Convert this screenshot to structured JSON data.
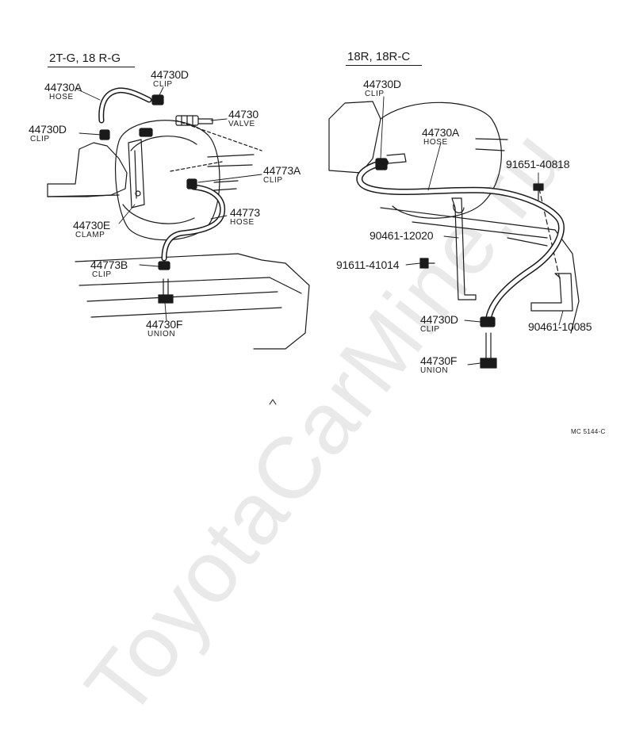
{
  "watermark": "ToyotaCarMine.ru",
  "left_group": {
    "header": "2T-G, 18 R-G",
    "parts": [
      {
        "number": "44730A",
        "desc": "HOSE"
      },
      {
        "number": "44730D",
        "desc": "CLIP"
      },
      {
        "number": "44730",
        "desc": "VALVE"
      },
      {
        "number": "44730D",
        "desc": "CLIP"
      },
      {
        "number": "44773A",
        "desc": "CLIP"
      },
      {
        "number": "44773",
        "desc": "HOSE"
      },
      {
        "number": "44730E",
        "desc": "CLAMP"
      },
      {
        "number": "44773B",
        "desc": "CLIP"
      },
      {
        "number": "44730F",
        "desc": "UNION"
      }
    ]
  },
  "right_group": {
    "header": "18R, 18R-C",
    "parts": [
      {
        "number": "44730D",
        "desc": "CLIP"
      },
      {
        "number": "44730A",
        "desc": "HOSE"
      },
      {
        "number": "91651-40818",
        "desc": ""
      },
      {
        "number": "90461-12020",
        "desc": ""
      },
      {
        "number": "91611-41014",
        "desc": ""
      },
      {
        "number": "44730D",
        "desc": "CLIP"
      },
      {
        "number": "90461-10085",
        "desc": ""
      },
      {
        "number": "44730F",
        "desc": "UNION"
      }
    ]
  },
  "figure_code": "MC 5144-C",
  "colors": {
    "ink": "#1a1a1a",
    "watermark": "#e9e9e9"
  }
}
